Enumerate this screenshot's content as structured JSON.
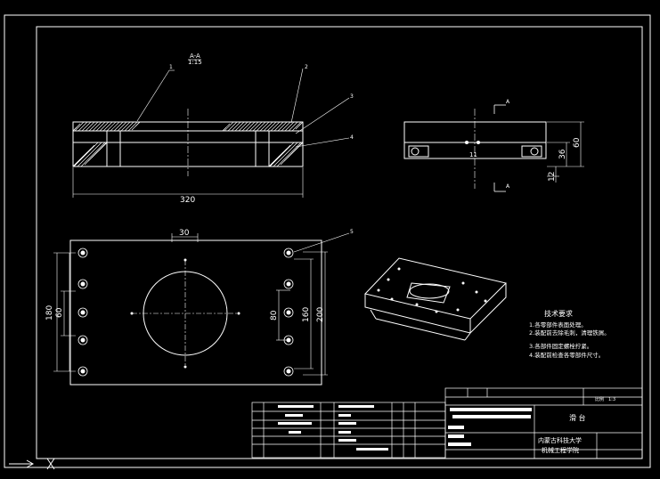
{
  "drawing": {
    "section_label_top": "A-A",
    "section_label_bottom": "1:15",
    "callouts": [
      "1",
      "2",
      "3",
      "4",
      "5"
    ],
    "view_a_marker": "A"
  },
  "dimensions": {
    "front_width": "320",
    "side_height_total": "60",
    "side_height_mid": "36",
    "side_height_small": "12",
    "side_center_mark": "11",
    "plan_slot_width": "30",
    "plan_left_outer": "180",
    "plan_left_inner": "60",
    "plan_right_inner": "80",
    "plan_right_mid": "160",
    "plan_right_outer": "200"
  },
  "notes": {
    "title": "技术要求",
    "items": [
      "1.各零部件表面处理。",
      "2.装配前去除毛刺，清理铁屑。",
      "3.各部件固定螺栓拧紧。",
      "4.装配前检查各零部件尺寸。"
    ]
  },
  "title_block": {
    "part_name": "滑  台",
    "school_line1": "内蒙古科技大学",
    "school_line2": "机械工程学院",
    "ratio_label": "比例",
    "ratio_value": "1:3"
  },
  "colors": {
    "line": "#ffffff",
    "hatch": "#ffffff",
    "bar": "#ffffff",
    "text": "#ffffff"
  }
}
